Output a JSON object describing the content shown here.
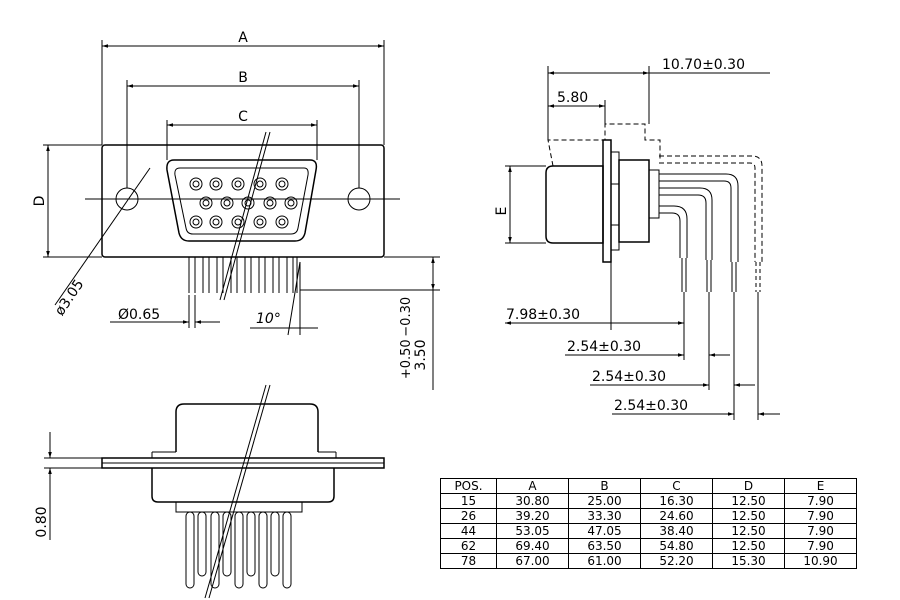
{
  "labels": {
    "dim_a": "A",
    "dim_b": "B",
    "dim_c": "C",
    "dim_d": "D",
    "dim_e": "E",
    "hole_dia": "ø3.05",
    "pin_dia": "Ø0.65",
    "angle": "10°",
    "height_main": "3.50",
    "height_tol": "+0.50 −0.30",
    "flange_thk": "0.80",
    "side_depth": "10.70±0.30",
    "side_flange": "5.80",
    "side_tail": "7.98±0.30",
    "pitch_1": "2.54±0.30",
    "pitch_2": "2.54±0.30",
    "pitch_3": "2.54±0.30"
  },
  "table": {
    "headers": [
      "POS.",
      "A",
      "B",
      "C",
      "D",
      "E"
    ],
    "rows": [
      [
        "15",
        "30.80",
        "25.00",
        "16.30",
        "12.50",
        "7.90"
      ],
      [
        "26",
        "39.20",
        "33.30",
        "24.60",
        "12.50",
        "7.90"
      ],
      [
        "44",
        "53.05",
        "47.05",
        "38.40",
        "12.50",
        "7.90"
      ],
      [
        "62",
        "69.40",
        "63.50",
        "54.80",
        "12.50",
        "7.90"
      ],
      [
        "78",
        "67.00",
        "61.00",
        "52.20",
        "15.30",
        "10.90"
      ]
    ]
  }
}
